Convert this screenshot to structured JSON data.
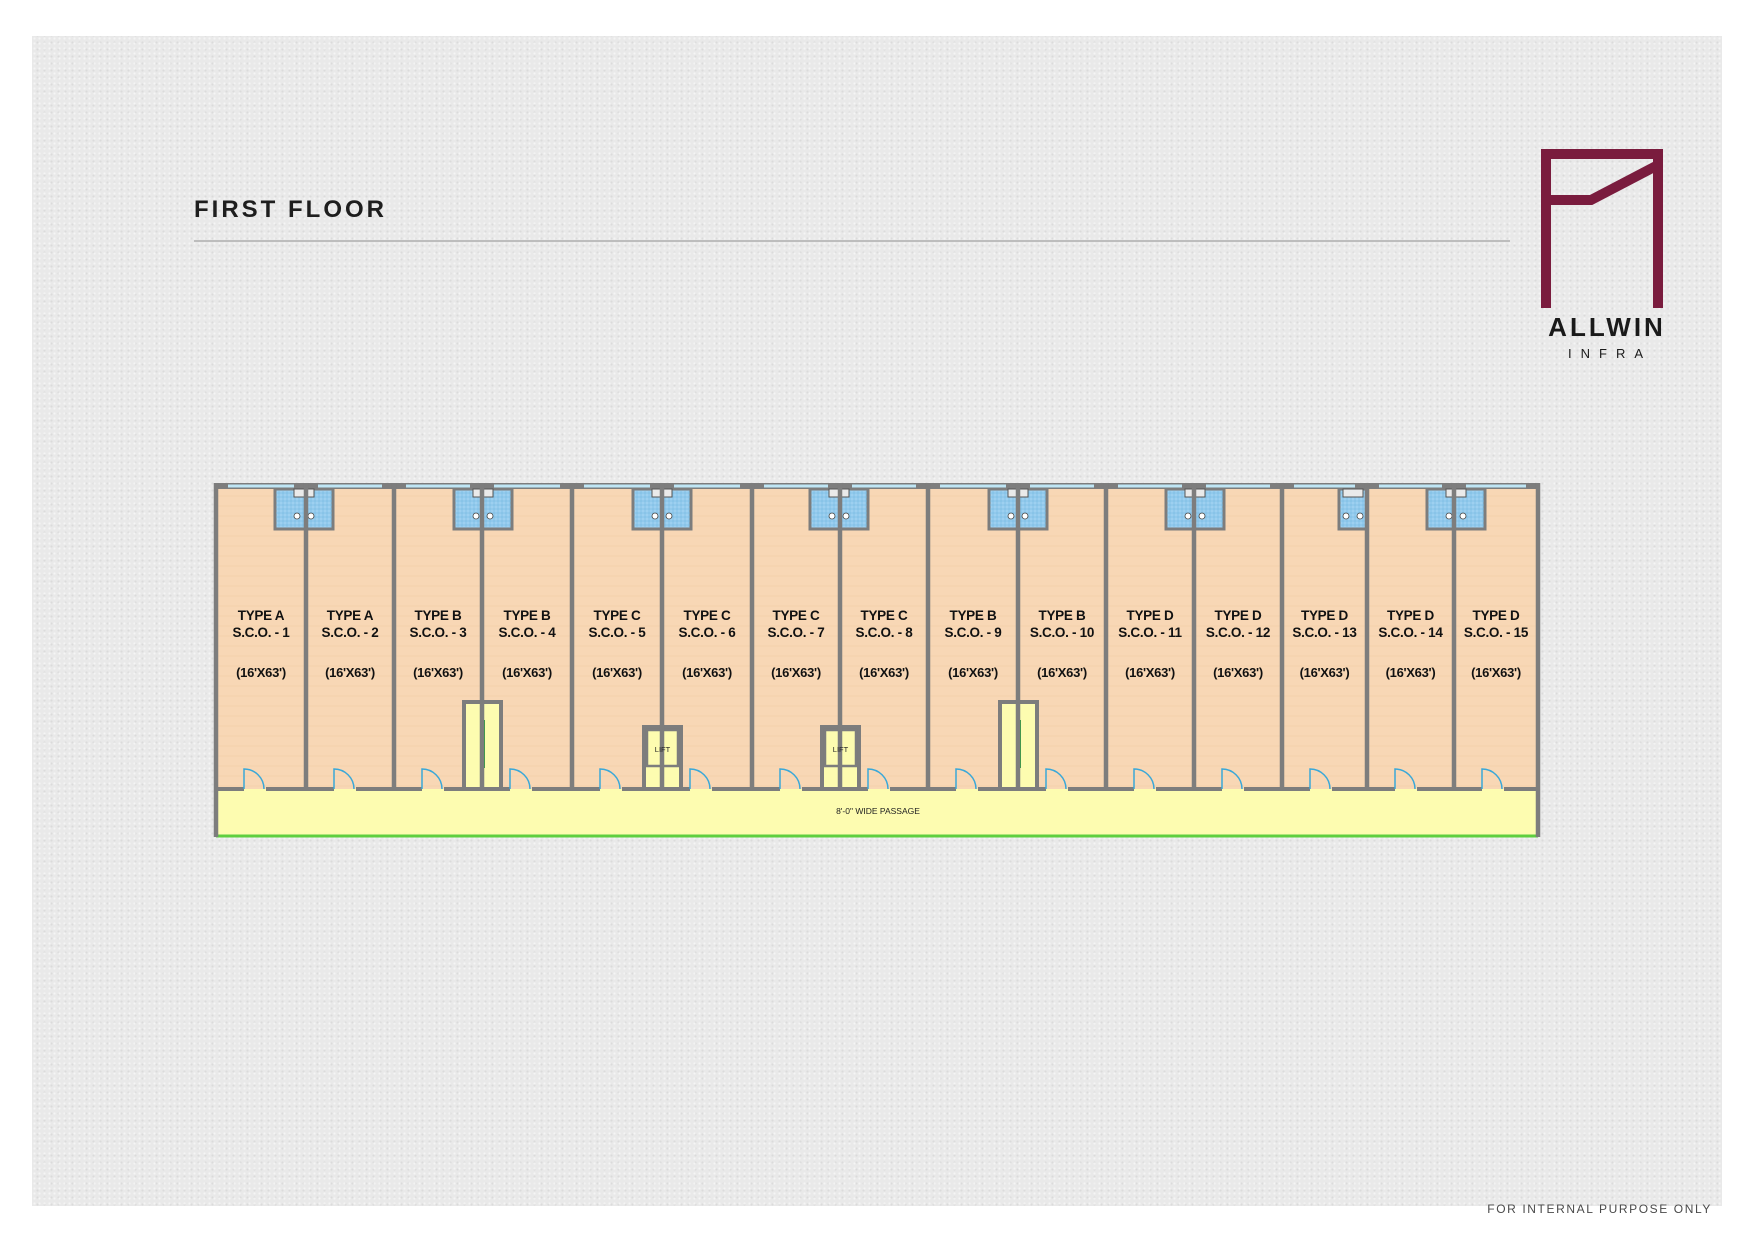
{
  "header": {
    "title": "FIRST FLOOR"
  },
  "logo": {
    "name": "ALLWIN",
    "sub": "INFRA",
    "color": "#7a1c3e"
  },
  "footer": {
    "note": "FOR INTERNAL PURPOSE ONLY"
  },
  "plan": {
    "colors": {
      "unit": "#f8d7b5",
      "passage": "#fdfcb0",
      "wall": "#7d7d7d",
      "toilet": "#9dd0f0",
      "door": "#3aa8d8",
      "stair": "#2e9e3e"
    },
    "units": [
      {
        "type": "TYPE A",
        "name": "S.C.O. - 1",
        "size": "(16'X63')"
      },
      {
        "type": "TYPE A",
        "name": "S.C.O. - 2",
        "size": "(16'X63')"
      },
      {
        "type": "TYPE B",
        "name": "S.C.O. - 3",
        "size": "(16'X63')"
      },
      {
        "type": "TYPE B",
        "name": "S.C.O. - 4",
        "size": "(16'X63')"
      },
      {
        "type": "TYPE C",
        "name": "S.C.O. - 5",
        "size": "(16'X63')"
      },
      {
        "type": "TYPE C",
        "name": "S.C.O. - 6",
        "size": "(16'X63')"
      },
      {
        "type": "TYPE C",
        "name": "S.C.O. - 7",
        "size": "(16'X63')"
      },
      {
        "type": "TYPE C",
        "name": "S.C.O. - 8",
        "size": "(16'X63')"
      },
      {
        "type": "TYPE B",
        "name": "S.C.O. - 9",
        "size": "(16'X63')"
      },
      {
        "type": "TYPE B",
        "name": "S.C.O. - 10",
        "size": "(16'X63')"
      },
      {
        "type": "TYPE D",
        "name": "S.C.O. - 11",
        "size": "(16'X63')"
      },
      {
        "type": "TYPE D",
        "name": "S.C.O. - 12",
        "size": "(16'X63')"
      },
      {
        "type": "TYPE D",
        "name": "S.C.O. - 13",
        "size": "(16'X63')"
      },
      {
        "type": "TYPE D",
        "name": "S.C.O. - 14",
        "size": "(16'X63')"
      },
      {
        "type": "TYPE D",
        "name": "S.C.O. - 15",
        "size": "(16'X63')"
      }
    ],
    "lifts": [
      {
        "label": "LIFT"
      },
      {
        "label": "LIFT"
      }
    ],
    "stairs": 2,
    "passage_label": "8'-0\" WIDE  PASSAGE"
  }
}
